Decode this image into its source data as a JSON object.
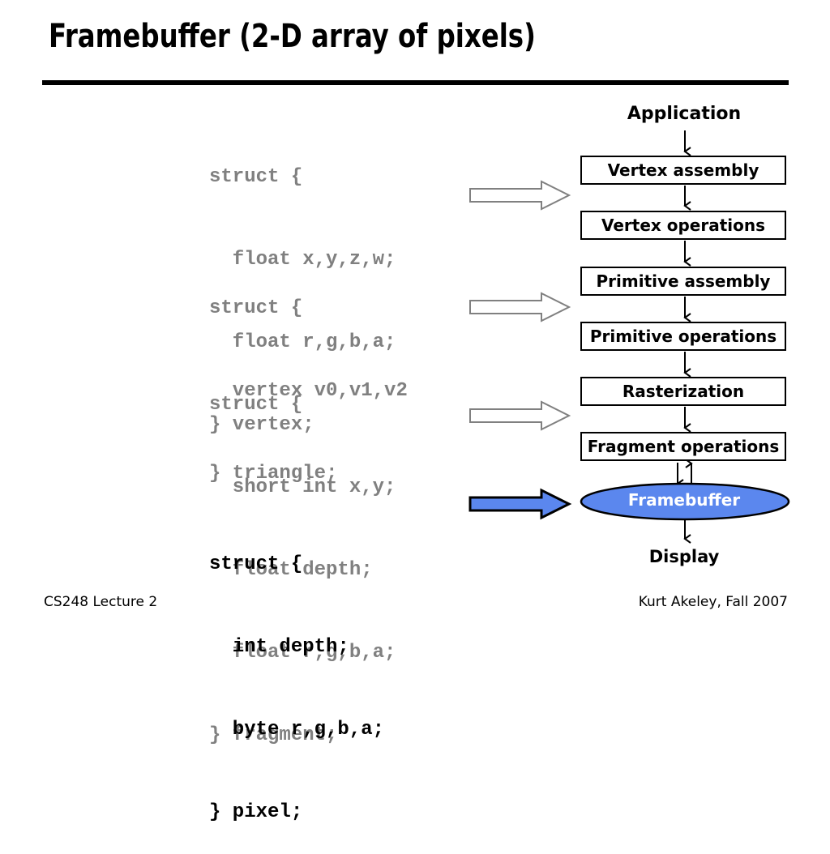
{
  "slide": {
    "title": "Framebuffer (2-D array of pixels)",
    "footer_left": "CS248 Lecture 2",
    "footer_right": "Kurt Akeley, Fall 2007"
  },
  "code_blocks": [
    {
      "name": "vertex",
      "highlighted": false,
      "lines": [
        "struct {",
        "  float x,y,z,w;",
        "  float r,g,b,a;",
        "} vertex;"
      ]
    },
    {
      "name": "triangle",
      "highlighted": false,
      "lines": [
        "struct {",
        "  vertex v0,v1,v2",
        "} triangle;"
      ]
    },
    {
      "name": "fragment",
      "highlighted": false,
      "lines": [
        "struct {",
        "  short int x,y;",
        "  float depth;",
        "  float r,g,b,a;",
        "} fragment;"
      ]
    },
    {
      "name": "pixel",
      "highlighted": true,
      "lines": [
        "struct {",
        "  int depth;",
        "  byte r,g,b,a;",
        "} pixel;"
      ]
    }
  ],
  "pipeline": {
    "source": "Application",
    "stages": [
      "Vertex assembly",
      "Vertex operations",
      "Primitive assembly",
      "Primitive operations",
      "Rasterization",
      "Fragment operations"
    ],
    "framebuffer": "Framebuffer",
    "sink": "Display"
  },
  "colors": {
    "highlight_fill": "#5b87ee",
    "outline_arrow": "#808080",
    "code_gray": "#808080"
  }
}
